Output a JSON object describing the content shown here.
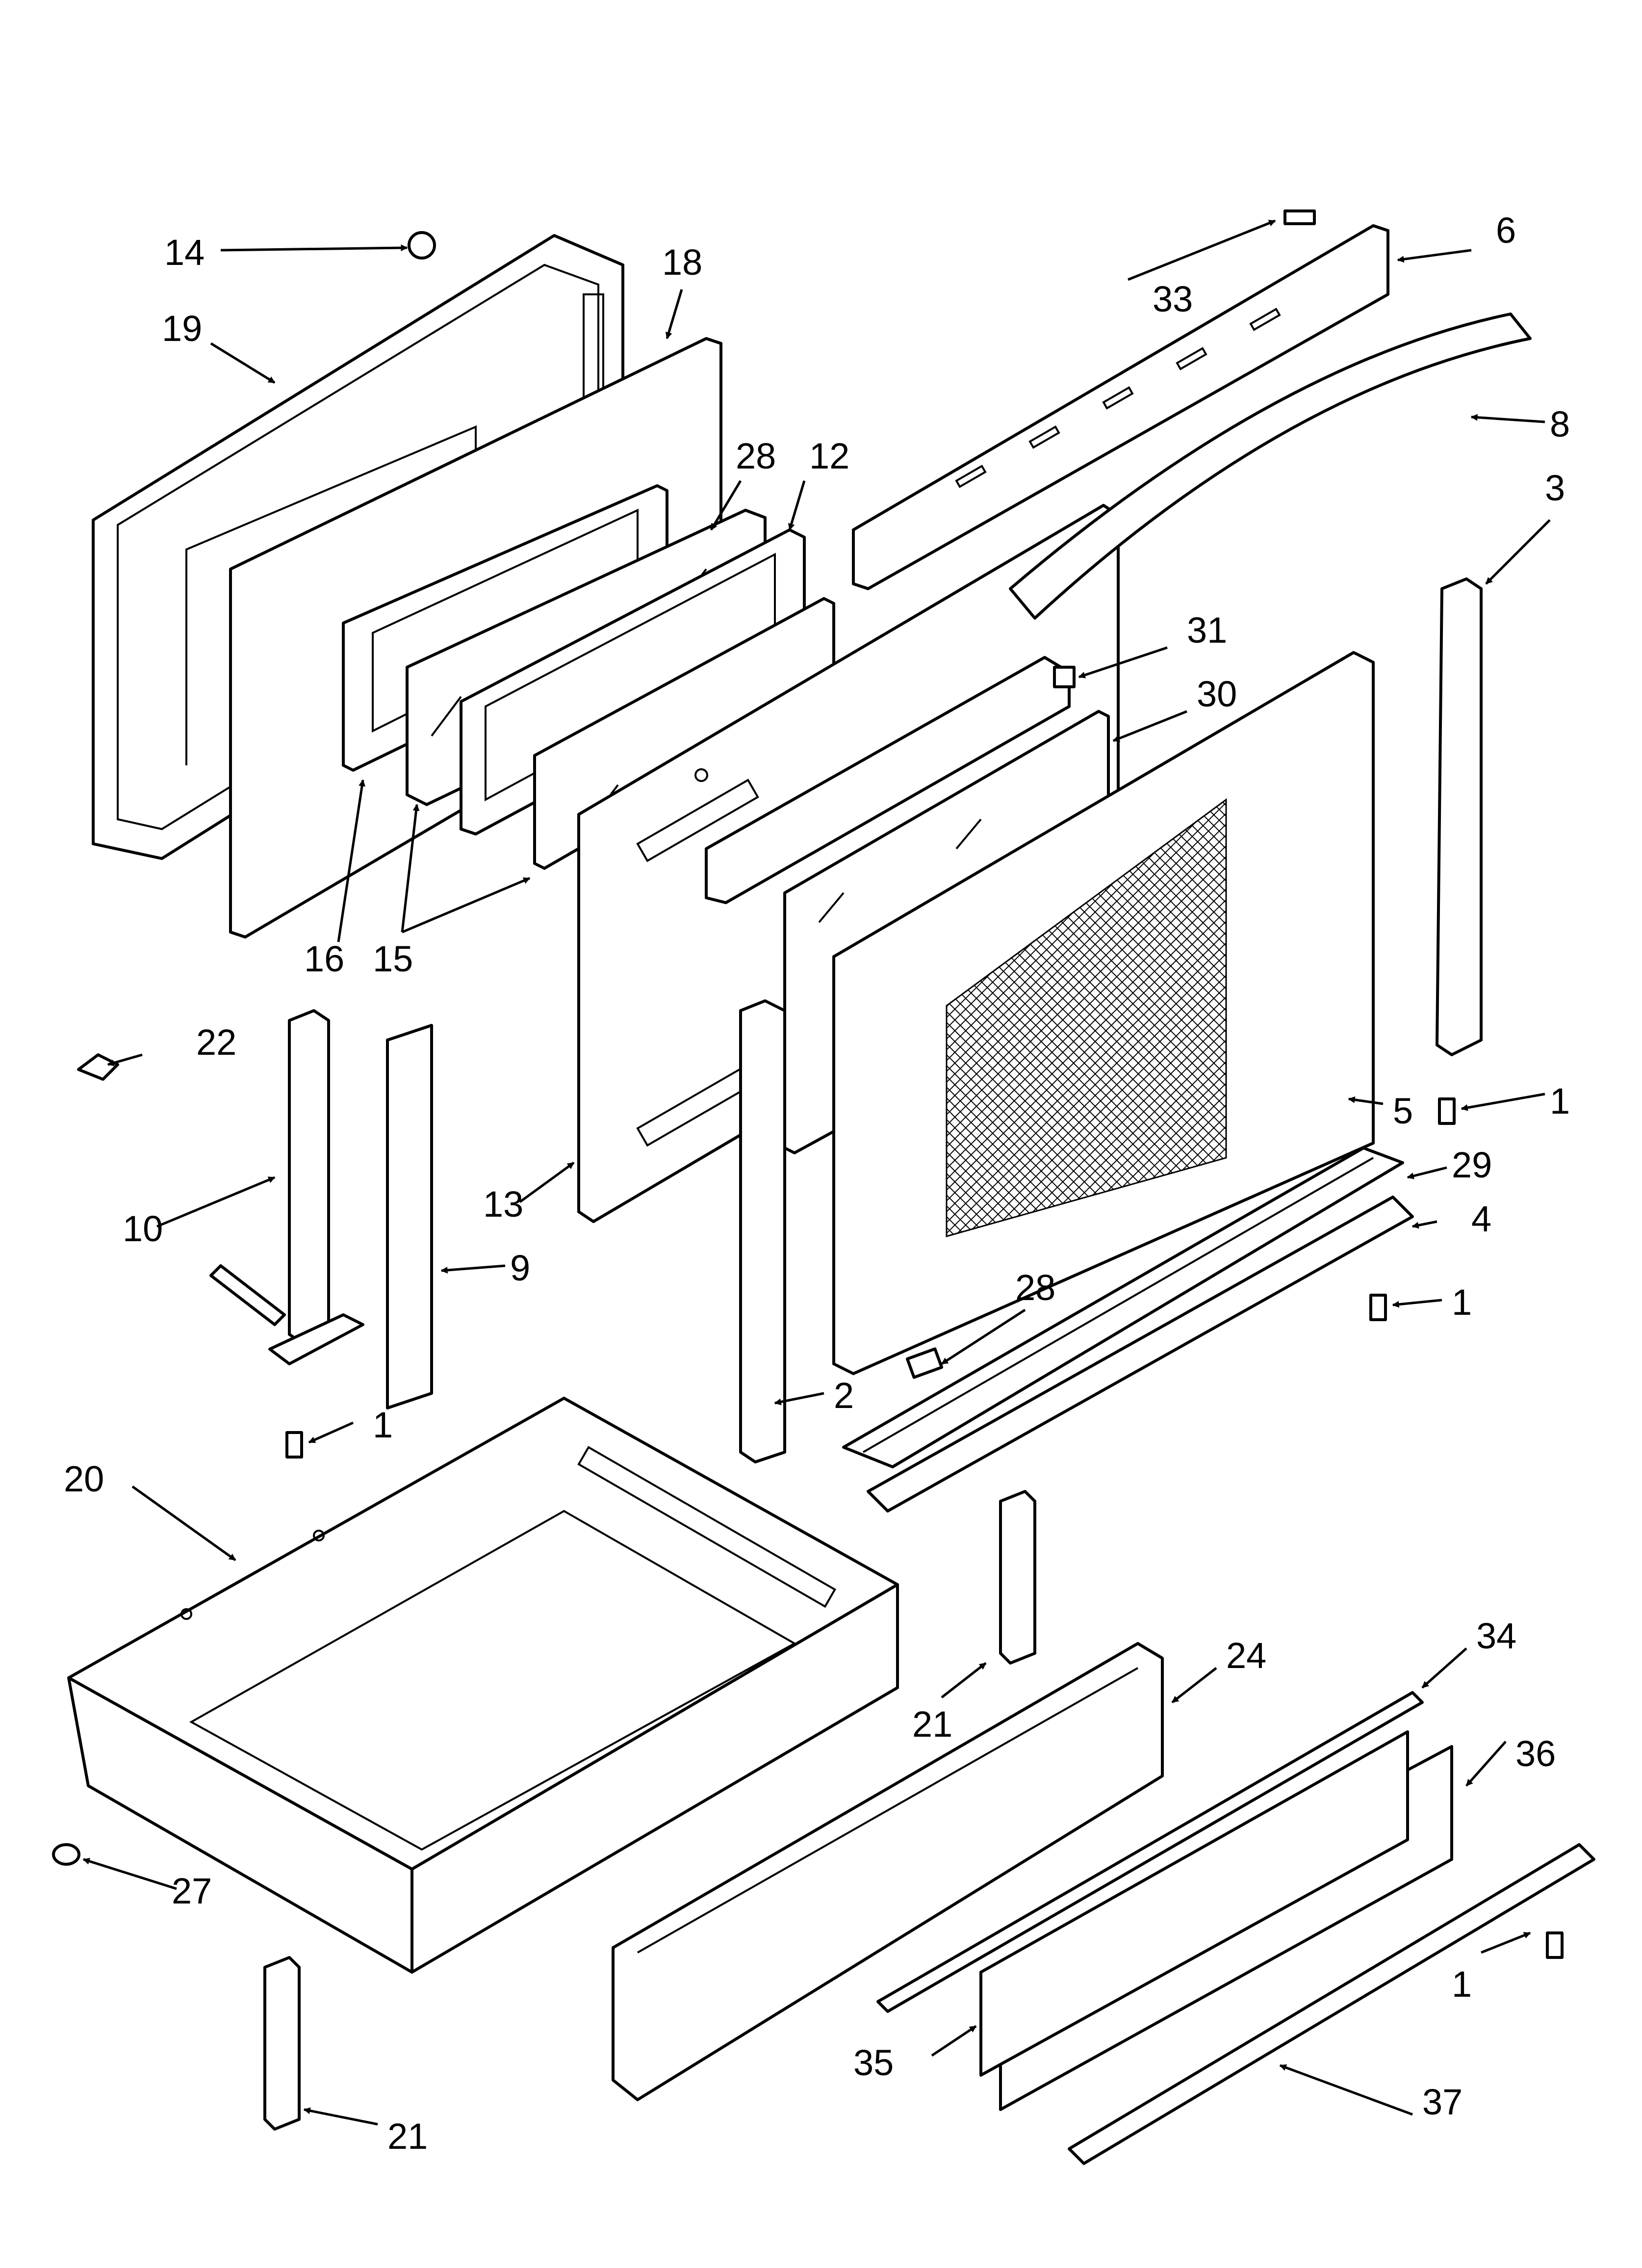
{
  "diagram": {
    "type": "exploded-parts-view",
    "callouts": [
      "1",
      "2",
      "3",
      "4",
      "5",
      "6",
      "8",
      "9",
      "10",
      "12",
      "13",
      "14",
      "15",
      "16",
      "18",
      "19",
      "20",
      "21",
      "22",
      "24",
      "27",
      "28",
      "29",
      "30",
      "31",
      "33",
      "34",
      "35",
      "36",
      "37"
    ]
  }
}
